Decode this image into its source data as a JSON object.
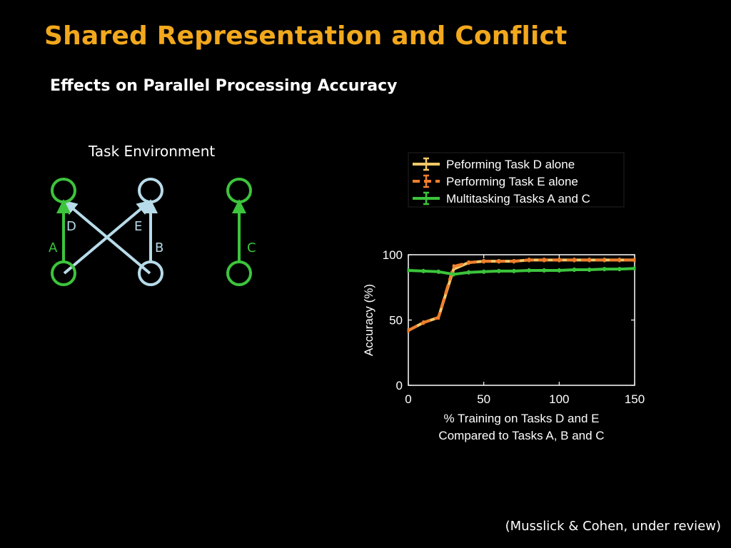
{
  "slide": {
    "title": "Shared Representation and Conflict",
    "subtitle": "Effects on Parallel Processing Accuracy",
    "citation": "(Musslick & Cohen, under review)"
  },
  "diagram": {
    "title": "Task Environment",
    "labels": {
      "A": "A",
      "B": "B",
      "C": "C",
      "D": "D",
      "E": "E"
    },
    "colors": {
      "shared": "#b7dbe9",
      "independent": "#3cc43c"
    }
  },
  "chart_data": {
    "type": "line",
    "xlabel": [
      "% Training on Tasks D and E",
      "Compared to Tasks A, B and C"
    ],
    "ylabel": "Accuracy (%)",
    "xlim": [
      0,
      150
    ],
    "ylim": [
      0,
      100
    ],
    "xticks": [
      0,
      50,
      100,
      150
    ],
    "yticks": [
      0,
      50,
      100
    ],
    "grid": false,
    "legend_position": "top",
    "series": [
      {
        "name": "Peforming Task D alone",
        "color": "#f5c867",
        "dash": "solid",
        "x": [
          0,
          10,
          20,
          30,
          40,
          50,
          60,
          70,
          80,
          90,
          100,
          110,
          120,
          130,
          140,
          150
        ],
        "y": [
          42,
          48,
          52,
          89,
          94,
          95,
          95,
          95,
          96,
          96,
          96,
          96,
          96,
          96,
          96,
          96
        ]
      },
      {
        "name": "Performing Task E alone",
        "color": "#ef7f2d",
        "dash": "dashed",
        "x": [
          0,
          10,
          20,
          30,
          40,
          50,
          60,
          70,
          80,
          90,
          100,
          110,
          120,
          130,
          140,
          150
        ],
        "y": [
          42,
          48,
          52,
          91,
          94,
          95,
          95,
          95,
          96,
          96,
          96,
          96,
          96,
          96,
          96,
          96
        ]
      },
      {
        "name": "Multitasking Tasks A and C",
        "color": "#3cc43c",
        "dash": "solid",
        "x": [
          0,
          10,
          20,
          30,
          40,
          50,
          60,
          70,
          80,
          90,
          100,
          110,
          120,
          130,
          140,
          150
        ],
        "y": [
          88,
          87.5,
          87,
          85,
          86.5,
          87,
          87.5,
          87.5,
          88,
          88,
          88,
          88.5,
          88.5,
          89,
          89,
          89.5
        ]
      }
    ]
  }
}
